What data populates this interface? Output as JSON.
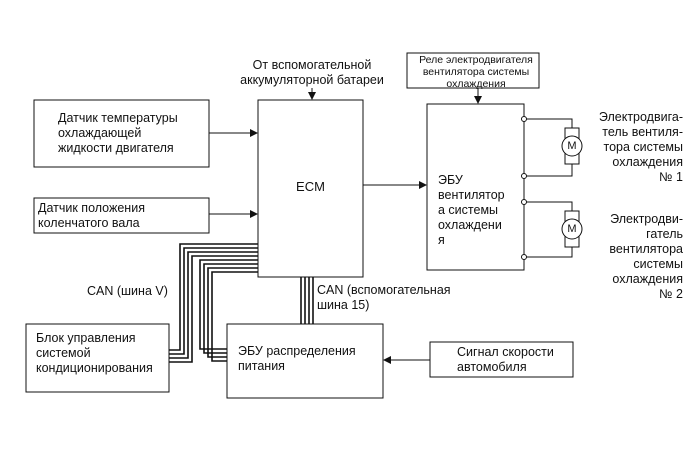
{
  "diagram": {
    "ecm": "ECM",
    "coolant_sensor": "Датчик температуры\nохлаждающей\nжидкости двигателя",
    "crank_sensor": "Датчик положения\nколенчатого вала",
    "aux_battery": "От вспомогательной\nаккумуляторной батареи",
    "fan_relay": "Реле электродвигателя\nвентилятора системы\nохлаждения",
    "fan_ecu": "ЭБУ\nвентилятор\nа системы\nохлаждени\nя",
    "motor1_label": "Электродвига-\nтель вентиля-\nтора системы\nохлаждения\n№ 1",
    "motor2_label": "Электродви-\nгатель\nвентилятора\nсистемы\nохлаждения\n№ 2",
    "motor_symbol": "M",
    "can_v": "CAN (шина V)",
    "can_aux": "CAN (вспомогательная\nшина 15)",
    "ac_ecu": "Блок управления\nсистемой\nкондиционирования",
    "power_ecu": "ЭБУ распределения\nпитания",
    "speed_signal": "Сигнал скорости\nавтомобиля"
  }
}
